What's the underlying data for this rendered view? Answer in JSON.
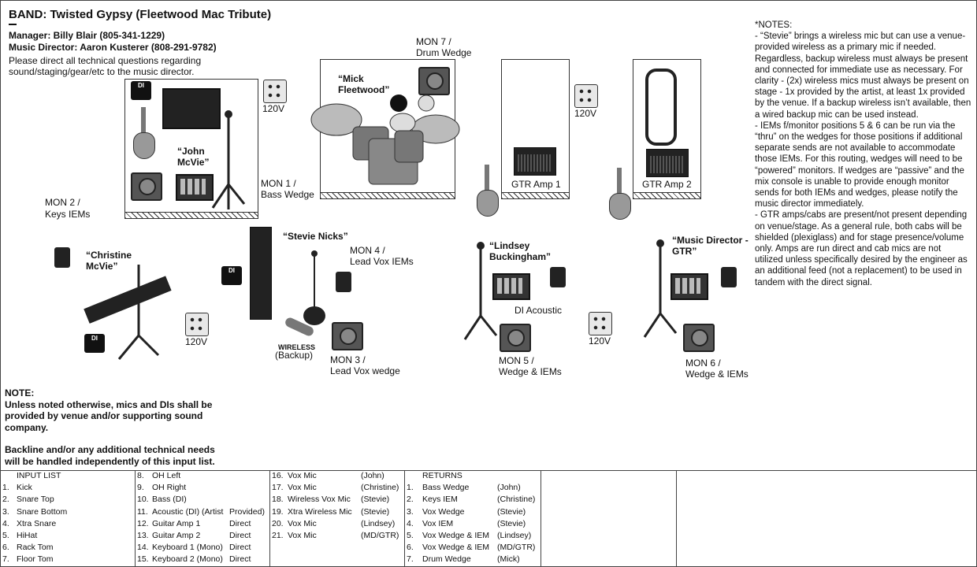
{
  "header": {
    "band": "BAND: Twisted Gypsy (Fleetwood Mac Tribute)",
    "manager": "Manager: Billy Blair (805-341-1229)",
    "md": "Music Director: Aaron Kusterer (808-291-9782)",
    "direct_line1": "Please direct all technical questions regarding",
    "direct_line2": "sound/staging/gear/etc to the music director."
  },
  "stage": {
    "power": "120V",
    "di_label": "DI",
    "mon7": [
      "MON 7 /",
      "Drum Wedge"
    ],
    "mon1": [
      "MON 1 /",
      "Bass Wedge"
    ],
    "mon2": [
      "MON 2 /",
      "Keys IEMs"
    ],
    "mon4": [
      "MON 4 /",
      "Lead Vox IEMs"
    ],
    "mon3": [
      "MON 3 /",
      "Lead Vox wedge"
    ],
    "mon5": [
      "MON 5 /",
      "Wedge & IEMs"
    ],
    "mon6": [
      "MON 6 /",
      "Wedge & IEMs"
    ],
    "mick": [
      "“Mick",
      "Fleetwood”"
    ],
    "john": [
      "“John",
      "McVie”"
    ],
    "christine": [
      "“Christine",
      "McVie”"
    ],
    "stevie": "“Stevie Nicks”",
    "lindsey": [
      "“Lindsey",
      "Buckingham”"
    ],
    "md": [
      "“Music Director -",
      "GTR”"
    ],
    "gtr_amp1": "GTR Amp 1",
    "gtr_amp2": "GTR Amp 2",
    "di_acoustic": "DI Acoustic",
    "wireless": "WIRELESS",
    "backup": "(Backup)"
  },
  "notes": [
    "*NOTES:",
    "- “Stevie” brings a wireless mic but can use a venue-provided wireless as a primary mic if needed. Regardless, backup wireless must always be present and connected for immediate use as necessary. For clarity - (2x) wireless mics must always be present on stage - 1x provided by the artist, at least 1x provided by the venue. If a backup wireless isn’t available, then a wired backup mic can be used instead.",
    "- IEMs f/monitor positions 5 & 6 can be run via the “thru” on the wedges for those positions if additional separate sends are not available to accommodate those IEMs. For this routing, wedges will need to be “powered” monitors. If wedges are “passive” and the mix console is unable to provide enough monitor sends for both IEMs and wedges, please notify the music director immediately.",
    "- GTR amps/cabs are present/not present depending on venue/stage. As a general rule, both cabs will be shielded (plexiglass) and for stage presence/volume only. Amps are run direct and cab mics are not utilized unless specifically desired by the engineer as an additional feed (not a replacement) to be used in tandem with the direct signal."
  ],
  "footnote": {
    "l1": "NOTE:",
    "l2": "Unless noted otherwise, mics and DIs shall be",
    "l3": "provided by venue and/or supporting sound",
    "l4": "company.",
    "l5": "Backline and/or any additional technical needs",
    "l6": "will be handled independently of this input list."
  },
  "input_list": {
    "header": "INPUT LIST",
    "col1": [
      {
        "n": "1.",
        "name": "Kick",
        "note": ""
      },
      {
        "n": "2.",
        "name": "Snare Top",
        "note": ""
      },
      {
        "n": "3.",
        "name": "Snare Bottom",
        "note": ""
      },
      {
        "n": "4.",
        "name": "Xtra Snare",
        "note": ""
      },
      {
        "n": "5.",
        "name": "HiHat",
        "note": ""
      },
      {
        "n": "6.",
        "name": "Rack Tom",
        "note": ""
      },
      {
        "n": "7.",
        "name": "Floor Tom",
        "note": ""
      }
    ],
    "col2": [
      {
        "n": "8.",
        "name": "OH Left",
        "note": ""
      },
      {
        "n": "9.",
        "name": "OH Right",
        "note": ""
      },
      {
        "n": "10.",
        "name": "Bass (DI)",
        "note": ""
      },
      {
        "n": "11.",
        "name": "Acoustic (DI) (Artist",
        "note": "Provided)"
      },
      {
        "n": "12.",
        "name": "Guitar Amp 1",
        "note": "Direct"
      },
      {
        "n": "13.",
        "name": "Guitar Amp 2",
        "note": "Direct"
      },
      {
        "n": "14.",
        "name": "Keyboard 1 (Mono)",
        "note": "Direct"
      },
      {
        "n": "15.",
        "name": "Keyboard 2 (Mono)",
        "note": "Direct"
      }
    ],
    "col3": [
      {
        "n": "16.",
        "name": "Vox Mic",
        "note": "(John)"
      },
      {
        "n": "17.",
        "name": "Vox Mic",
        "note": "(Christine)"
      },
      {
        "n": "18.",
        "name": "Wireless Vox Mic",
        "note": "(Stevie)"
      },
      {
        "n": "19.",
        "name": "Xtra Wireless Mic",
        "note": "(Stevie)"
      },
      {
        "n": "20.",
        "name": "Vox Mic",
        "note": "(Lindsey)"
      },
      {
        "n": "21.",
        "name": "Vox Mic",
        "note": "(MD/GTR)"
      }
    ]
  },
  "returns": {
    "header": "RETURNS",
    "rows": [
      {
        "n": "1.",
        "name": "Bass Wedge",
        "note": "(John)"
      },
      {
        "n": "2.",
        "name": "Keys IEM",
        "note": "(Christine)"
      },
      {
        "n": "3.",
        "name": "Vox Wedge",
        "note": "(Stevie)"
      },
      {
        "n": "4.",
        "name": "Vox IEM",
        "note": "(Stevie)"
      },
      {
        "n": "5.",
        "name": "Vox Wedge & IEM",
        "note": "(Lindsey)"
      },
      {
        "n": "6.",
        "name": "Vox Wedge & IEM",
        "note": "(MD/GTR)"
      },
      {
        "n": "7.",
        "name": "Drum Wedge",
        "note": "(Mick)"
      }
    ]
  }
}
